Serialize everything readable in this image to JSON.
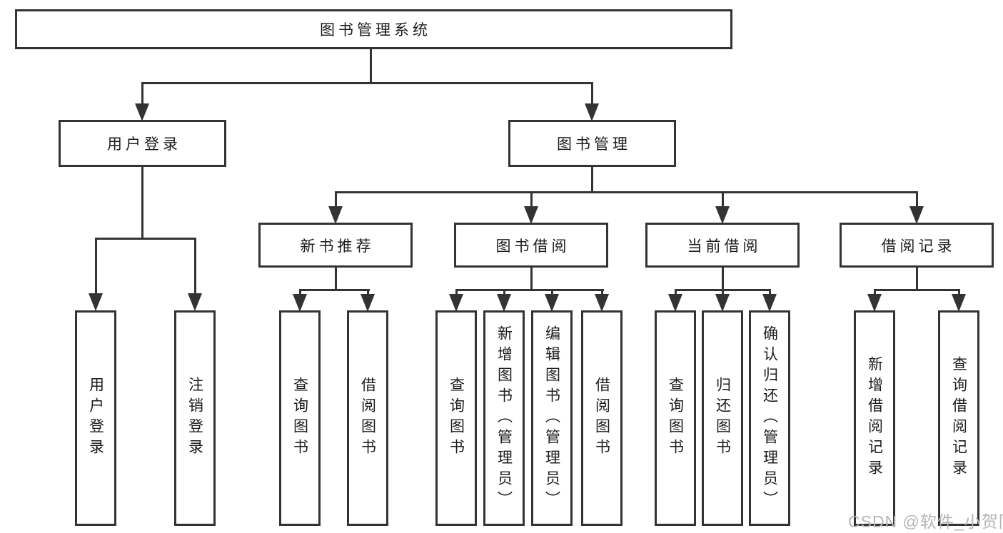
{
  "diagram": {
    "root": "图书管理系统",
    "user_login": {
      "label": "用户登录",
      "children": [
        "用户登录",
        "注销登录"
      ]
    },
    "book_mgmt": {
      "label": "图书管理",
      "groups": [
        {
          "label": "新书推荐",
          "children": [
            "查询图书",
            "借阅图书"
          ]
        },
        {
          "label": "图书借阅",
          "children": [
            "查询图书",
            "新增图书（管理员）",
            "编辑图书（管理员）",
            "借阅图书"
          ]
        },
        {
          "label": "当前借阅",
          "children": [
            "查询图书",
            "归还图书",
            "确认归还（管理员）"
          ]
        },
        {
          "label": "借阅记录",
          "children": [
            "新增借阅记录",
            "查询借阅记录"
          ]
        }
      ]
    }
  },
  "watermark": "CSDN @软件_小贺同学",
  "colors": {
    "line": "#333333",
    "text": "#1c1c1c",
    "watermark": "#b5b5b5",
    "background": "#ffffff"
  }
}
